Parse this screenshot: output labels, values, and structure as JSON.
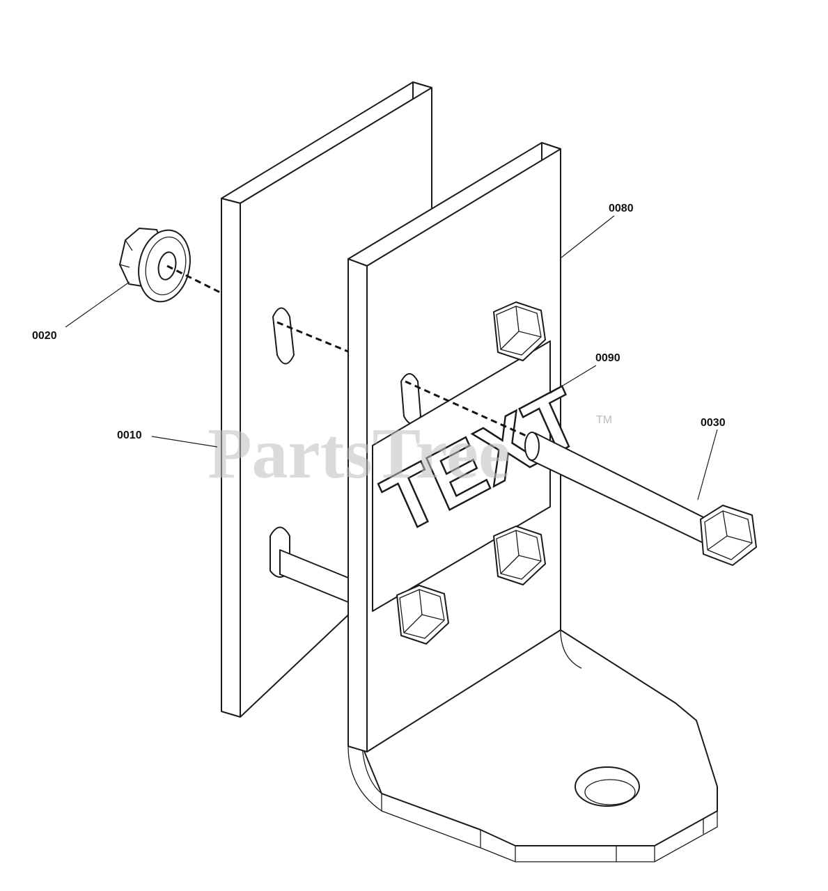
{
  "diagram": {
    "labels": {
      "p0010": "0010",
      "p0020": "0020",
      "p0030": "0030",
      "p0080": "0080",
      "p0090": "0090"
    },
    "decal_text": "TEXT",
    "watermark": {
      "text": "PartsTree",
      "trademark": "TM"
    }
  },
  "colors": {
    "line": "#1a1a1a",
    "background": "#ffffff",
    "watermark": "#bdbdbd"
  }
}
